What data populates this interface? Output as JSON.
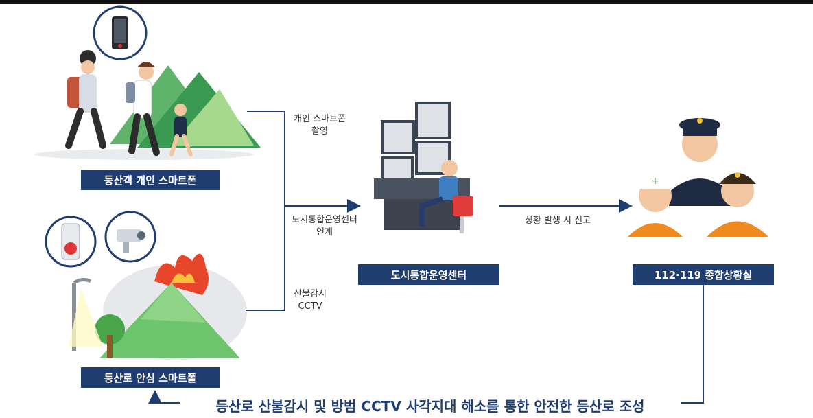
{
  "nodes": {
    "hiker_phone": "등산객 개인 스마트폰",
    "smart_pole": "등산로 안심 스마트폴",
    "center": "도시통합운영센터",
    "situation_room": "112·119 종합상황실"
  },
  "edges": {
    "phone_line1": "개인 스마트폰",
    "phone_line2": "촬영",
    "link_line1": "도시통합운영센터",
    "link_line2": "연계",
    "cctv_line1": "산불감시",
    "cctv_line2": "CCTV",
    "report": "상황 발생 시 신고"
  },
  "banner": "등산로 산불감시 및 방범 CCTV 사각지대 해소를 통한 안전한 등산로 조성",
  "colors": {
    "navy": "#1f3d6e",
    "connector": "#1f3d6e",
    "mountain_green": "#3aa15a",
    "fire": "#e8462b",
    "firefighter_orange": "#f08a1e"
  }
}
